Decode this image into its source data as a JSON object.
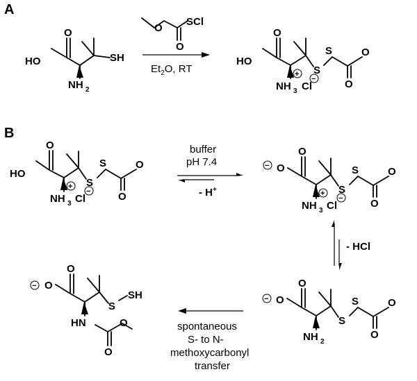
{
  "panels": {
    "a": "A",
    "b": "B"
  },
  "atoms": {
    "ho": "HO",
    "o": "O",
    "nh": "NH",
    "nh2_sub": "2",
    "nh3_sub": "3",
    "sh": "SH",
    "s": "S",
    "scl": "SCl",
    "cl": "Cl",
    "hn": "HN"
  },
  "charges": {
    "plus": "+",
    "minus": "−"
  },
  "reaction_a": {
    "solvent_main": "Et",
    "solvent_sub": "2",
    "solvent_rest": "O, RT"
  },
  "reaction_b": {
    "cond_top1": "buffer",
    "cond_top2": "pH 7.4",
    "cond_bottom": "- H",
    "cond_bottom_sup": "+",
    "cond_right": "- HCl",
    "cond_final": [
      "spontaneous",
      "S- to N-",
      "methoxycarbonyl",
      "transfer"
    ]
  }
}
